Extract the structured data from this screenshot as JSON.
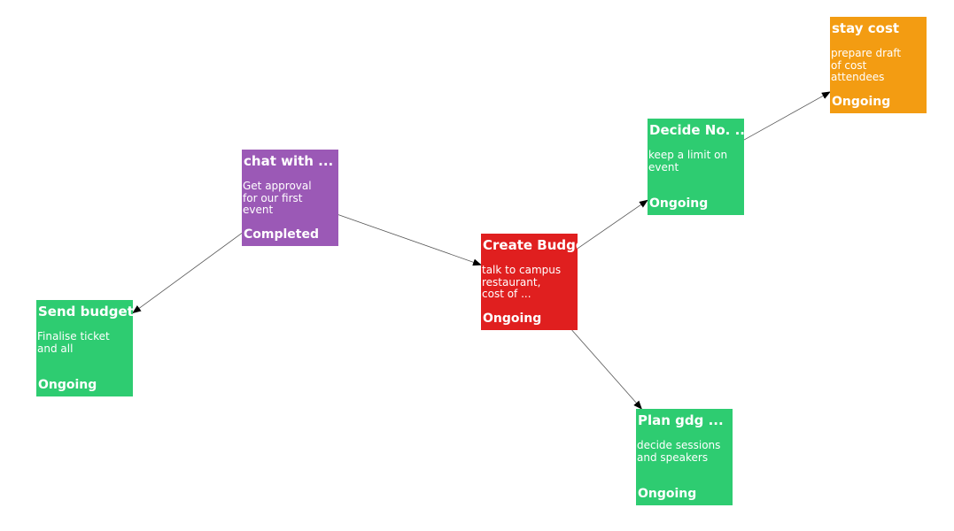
{
  "colors": {
    "completed": "#9b59b6",
    "ongoing_green": "#2ecc71",
    "ongoing_red": "#e01f1f",
    "ongoing_orange": "#f39c12",
    "edge": "#555555"
  },
  "nodes": [
    {
      "id": "chat",
      "title": "chat with ...",
      "description": "Get approval\nfor our first\nevent",
      "status": "Completed",
      "color": "#9b59b6"
    },
    {
      "id": "send",
      "title": "Send budget ...",
      "description": "Finalise ticket\nand all",
      "status": "Ongoing",
      "color": "#2ecc71"
    },
    {
      "id": "budget",
      "title": "Create Budget",
      "description": "talk to campus\nrestaurant,\ncost of ...",
      "status": "Ongoing",
      "color": "#e01f1f"
    },
    {
      "id": "decide",
      "title": "Decide No. ...",
      "description": "keep a limit on\nevent",
      "status": "Ongoing",
      "color": "#2ecc71"
    },
    {
      "id": "stay",
      "title": "stay cost",
      "description": "prepare draft\nof cost\nattendees",
      "status": "Ongoing",
      "color": "#f39c12"
    },
    {
      "id": "plan",
      "title": "Plan gdg ...",
      "description": "decide sessions\nand speakers",
      "status": "Ongoing",
      "color": "#2ecc71"
    }
  ],
  "edges": [
    {
      "from": "chat",
      "to": "send"
    },
    {
      "from": "chat",
      "to": "budget"
    },
    {
      "from": "budget",
      "to": "decide"
    },
    {
      "from": "budget",
      "to": "plan"
    },
    {
      "from": "decide",
      "to": "stay"
    }
  ]
}
